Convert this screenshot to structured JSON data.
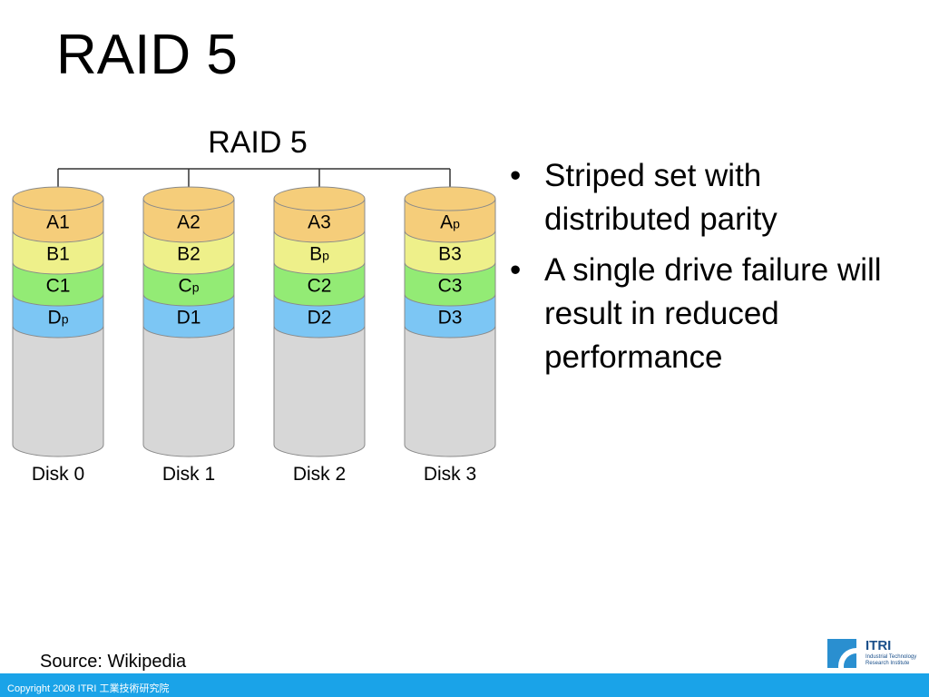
{
  "slide": {
    "title": "RAID 5",
    "bullets": [
      "Striped set with distributed parity",
      "A single drive failure will result in reduced performance"
    ],
    "source": "Source: Wikipedia",
    "footer": "Copyright 2008 ITRI 工業技術研究院"
  },
  "logo": {
    "name": "ITRI",
    "subtitle_line1": "Industrial Technology",
    "subtitle_line2": "Research Institute"
  },
  "diagram": {
    "title": "RAID 5",
    "disks": [
      {
        "label": "Disk 0",
        "blocks": [
          {
            "l": "A1",
            "p": false
          },
          {
            "l": "B1",
            "p": false
          },
          {
            "l": "C1",
            "p": false
          },
          {
            "l": "D",
            "p": true
          }
        ]
      },
      {
        "label": "Disk 1",
        "blocks": [
          {
            "l": "A2",
            "p": false
          },
          {
            "l": "B2",
            "p": false
          },
          {
            "l": "C",
            "p": true
          },
          {
            "l": "D1",
            "p": false
          }
        ]
      },
      {
        "label": "Disk 2",
        "blocks": [
          {
            "l": "A3",
            "p": false
          },
          {
            "l": "B",
            "p": true
          },
          {
            "l": "C2",
            "p": false
          },
          {
            "l": "D2",
            "p": false
          }
        ]
      },
      {
        "label": "Disk 3",
        "blocks": [
          {
            "l": "A",
            "p": true
          },
          {
            "l": "B3",
            "p": false
          },
          {
            "l": "C3",
            "p": false
          },
          {
            "l": "D3",
            "p": false
          }
        ]
      }
    ],
    "parity_subscript": "p",
    "row_colors": [
      "#f5cd7a",
      "#eef08a",
      "#93eb75",
      "#7cc6f4"
    ],
    "body_color": "#d7d7d7",
    "stroke_color": "#8a8a8a"
  },
  "colors": {
    "footer_bar": "#1aa3e8",
    "logo_blue": "#2a8fd0"
  }
}
